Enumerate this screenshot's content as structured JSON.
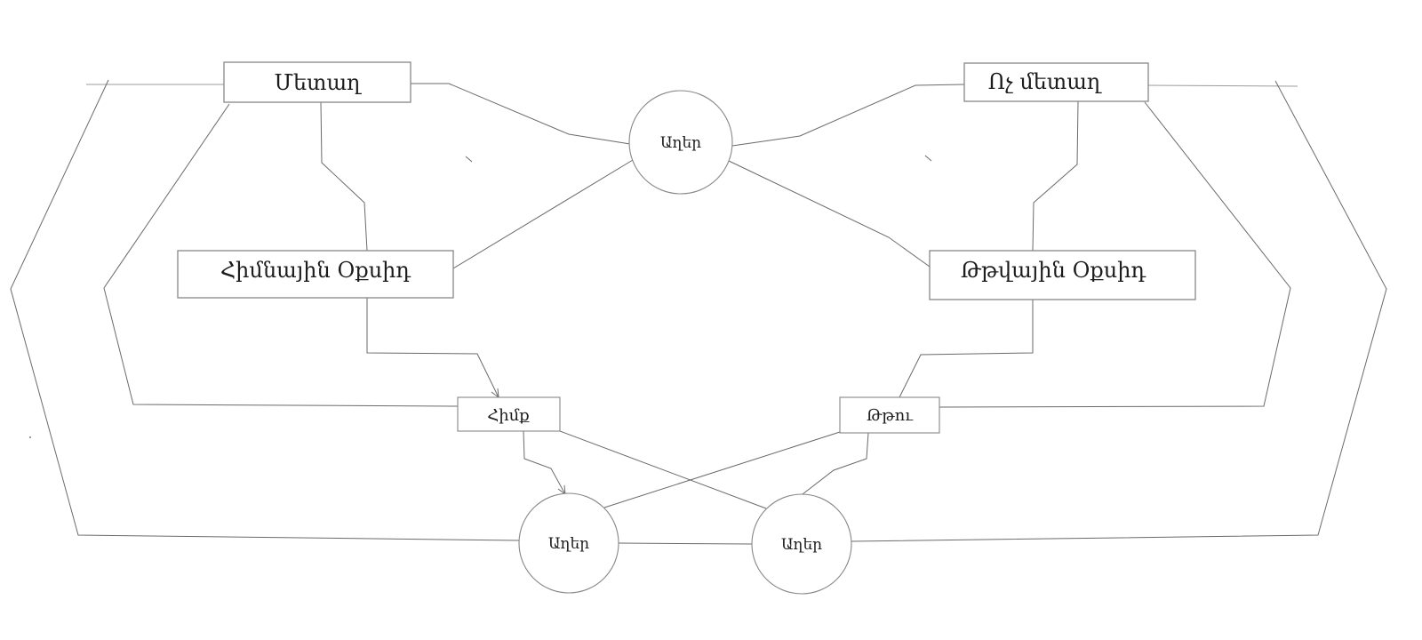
{
  "diagram": {
    "description": "Hand-drawn chemistry relationship diagram (Armenian)",
    "nodes": {
      "metal": {
        "label": "Մետաղ",
        "shape": "rectangle"
      },
      "nonmetal": {
        "label": "Ոչ մետաղ",
        "shape": "rectangle"
      },
      "basic_oxide": {
        "label": "Հիմնային Օքսիդ",
        "shape": "rectangle"
      },
      "acidic_oxide": {
        "label": "Թթվային Օքսիդ",
        "shape": "rectangle"
      },
      "base": {
        "label": "Հիմք",
        "shape": "rectangle"
      },
      "acid": {
        "label": "Թթու",
        "shape": "rectangle"
      },
      "salts_top": {
        "label": "Աղեր",
        "shape": "circle"
      },
      "salts_bottom_left": {
        "label": "Աղեր",
        "shape": "circle"
      },
      "salts_bottom_right": {
        "label": "Աղեր",
        "shape": "circle"
      }
    },
    "edges": [
      {
        "from": "metal",
        "to": "salts_top"
      },
      {
        "from": "nonmetal",
        "to": "salts_top"
      },
      {
        "from": "basic_oxide",
        "to": "salts_top"
      },
      {
        "from": "acidic_oxide",
        "to": "salts_top"
      },
      {
        "from": "metal",
        "to": "basic_oxide"
      },
      {
        "from": "nonmetal",
        "to": "acidic_oxide"
      },
      {
        "from": "basic_oxide",
        "to": "base"
      },
      {
        "from": "acidic_oxide",
        "to": "acid"
      },
      {
        "from": "metal",
        "to": "base"
      },
      {
        "from": "metal",
        "to": "salts_bottom_left"
      },
      {
        "from": "nonmetal",
        "to": "acid"
      },
      {
        "from": "nonmetal",
        "to": "salts_bottom_right"
      },
      {
        "from": "base",
        "to": "salts_bottom_left"
      },
      {
        "from": "base",
        "to": "salts_bottom_right"
      },
      {
        "from": "acid",
        "to": "salts_bottom_left"
      },
      {
        "from": "acid",
        "to": "salts_bottom_right"
      },
      {
        "from": "salts_bottom_left",
        "to": "salts_bottom_right"
      }
    ],
    "colors": {
      "line": "#6a6a6a",
      "shape_border": "#878787",
      "text": "#1c1c1c",
      "background": "#ffffff"
    }
  }
}
